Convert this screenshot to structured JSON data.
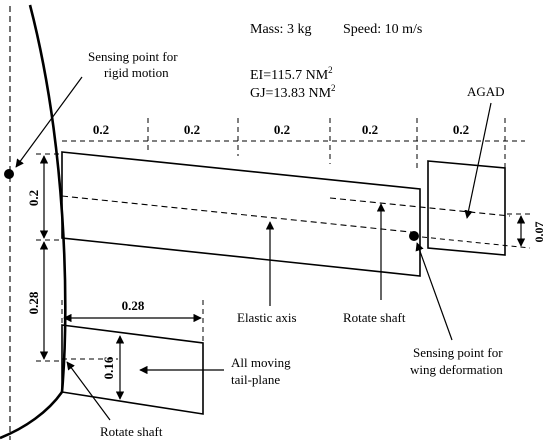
{
  "header": {
    "mass": "Mass: 3 kg",
    "speed": "Speed: 10 m/s",
    "ei_text": "EI=115.7 NM",
    "gj_text": "GJ=13.83 NM",
    "exp": "2"
  },
  "span_segments": [
    "0.2",
    "0.2",
    "0.2",
    "0.2",
    "0.2"
  ],
  "dims": {
    "chord": "0.2",
    "gap": "0.28",
    "tail_span": "0.28",
    "tail_chord": "0.16",
    "agad_offset": "0.07"
  },
  "labels": {
    "sensing_rigid_1": "Sensing point for",
    "sensing_rigid_2": "rigid motion",
    "agad": "AGAD",
    "elastic_axis": "Elastic axis",
    "rotate_shaft_wing": "Rotate shaft",
    "sensing_wing_1": "Sensing point for",
    "sensing_wing_2": "wing deformation",
    "tail_1": "All moving",
    "tail_2": "tail-plane",
    "rotate_shaft_tail": "Rotate shaft"
  }
}
